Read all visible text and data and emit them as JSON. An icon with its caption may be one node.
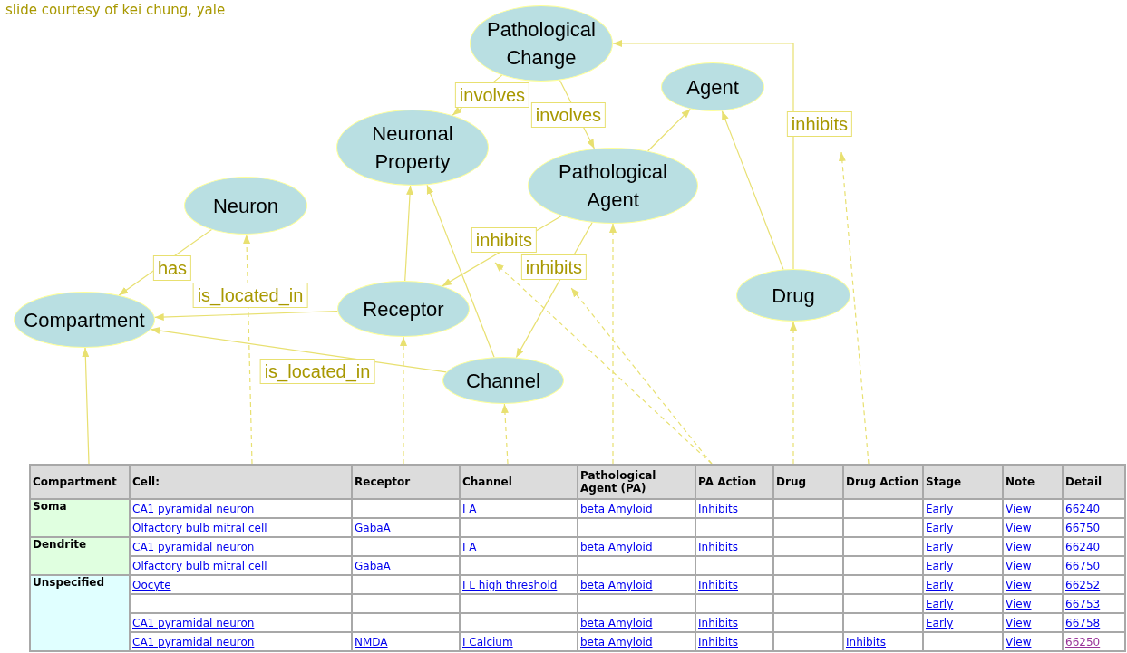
{
  "diagram": {
    "nodes": [
      {
        "text": [
          "Pathological Change"
        ]
      },
      {
        "text": [
          "Agent"
        ]
      },
      {
        "text": [
          "Neuronal Property"
        ]
      },
      {
        "text": [
          "Pathological Agent"
        ]
      },
      {
        "text": [
          "Neuron"
        ]
      },
      {
        "text": [
          "Compartment"
        ]
      },
      {
        "text": [
          "Receptor"
        ]
      },
      {
        "text": [
          "Drug"
        ]
      },
      {
        "text": [
          "Channel"
        ]
      },
      {
        "text": [
          "Compartment"
        ]
      },
      {
        "text": [
          "Cell:"
        ]
      },
      {
        "text": [
          "Receptor"
        ]
      },
      {
        "text": [
          "Channel"
        ]
      },
      {
        "text": [
          "Pathological Agent (PA)"
        ]
      },
      {
        "text": [
          "PA Action"
        ]
      },
      {
        "text": [
          "Drug"
        ]
      },
      {
        "text": [
          "Drug Action"
        ]
      }
    ],
    "edges": [
      {
        "from": 0,
        "to": 2,
        "arrow": "to",
        "label": "involves"
      },
      {
        "from": 0,
        "to": 3,
        "arrow": "to",
        "label": "involves"
      },
      {
        "from": 3,
        "to": 1,
        "arrow": "to"
      },
      {
        "from": 7,
        "to": 1,
        "arrow": "to"
      },
      {
        "from": 7,
        "to": 0,
        "arrow": "to",
        "label": "inhibits"
      },
      {
        "from": 4,
        "to": 5,
        "arrow": "to",
        "label": "has"
      },
      {
        "from": 6,
        "to": 5,
        "arrow": "to",
        "label": "is_located_in"
      },
      {
        "from": 8,
        "to": 5,
        "arrow": "to",
        "label": "is_located_in"
      },
      {
        "from": 6,
        "to": 2,
        "arrow": "to"
      },
      {
        "from": 8,
        "to": 2,
        "arrow": "to"
      },
      {
        "from": 3,
        "to": 6,
        "arrow": "to",
        "label": "inhibits"
      },
      {
        "from": 3,
        "to": 8,
        "arrow": "to",
        "label": "inhibits"
      },
      {
        "from": 9,
        "to": 5,
        "arrow": "to"
      },
      {
        "from": 10,
        "to": 4,
        "arrow": "to",
        "style": "dashed"
      },
      {
        "from": 11,
        "to": 6,
        "arrow": "to",
        "style": "dashed"
      },
      {
        "from": 12,
        "to": 8,
        "arrow": "to",
        "style": "dashed"
      },
      {
        "from": 13,
        "to": 3,
        "arrow": "to",
        "style": "dashed"
      },
      {
        "from": 14,
        "to": null,
        "arrow": "to",
        "style": "dashed"
      },
      {
        "from": 14,
        "to": null,
        "arrow": "to",
        "style": "dashed"
      },
      {
        "from": 15,
        "to": 7,
        "arrow": "to",
        "style": "dashed"
      },
      {
        "from": 16,
        "to": null,
        "arrow": "to",
        "style": "dashed"
      }
    ],
    "labels": [
      "slide courtesy of kei chung, yale",
      "Stage",
      "Note",
      "Detail",
      "Soma",
      "CA1 pyramidal neuron",
      "I A",
      "beta Amyloid",
      "Inhibits",
      "Early",
      "View",
      "66240",
      "Olfactory bulb mitral cell",
      "GabaA",
      "Early",
      "View",
      "66750",
      "Dendrite",
      "CA1 pyramidal neuron",
      "I A",
      "beta Amyloid",
      "Inhibits",
      "Early",
      "View",
      "66240",
      "Olfactory bulb mitral cell",
      "GabaA",
      "Early",
      "View",
      "66750",
      "Unspecified",
      "Oocyte",
      "I L high threshold",
      "beta Amyloid",
      "Inhibits",
      "Early",
      "View",
      "66252",
      "Early",
      "View",
      "66753",
      "CA1 pyramidal neuron",
      "beta Amyloid",
      "Inhibits",
      "Early",
      "View",
      "66758",
      "CA1 pyramidal neuron",
      "NMDA",
      "I Calcium",
      "beta Amyloid",
      "Inhibits",
      "Inhibits",
      "View",
      "66250"
    ]
  }
}
